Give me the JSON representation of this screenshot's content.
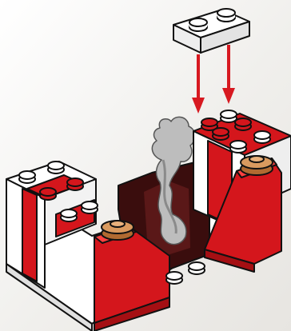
{
  "illustration": {
    "kind": "brick building instruction step",
    "parts": [
      "white-2x1-brick",
      "red-brick",
      "white-brick",
      "red-slope-brick",
      "tan-round-plate",
      "dark-red-back-panel",
      "gray-smoke-piece"
    ],
    "arrows": 2,
    "colors": {
      "background": "#f3f2ef",
      "brick_red": "#d4161c",
      "brick_white": "#ffffff",
      "outline": "#111111",
      "arrow": "#d71920",
      "tan": "#d99a5f",
      "smoke_gray": "#b9b9b9",
      "dark_red": "#3a0d0d"
    }
  }
}
